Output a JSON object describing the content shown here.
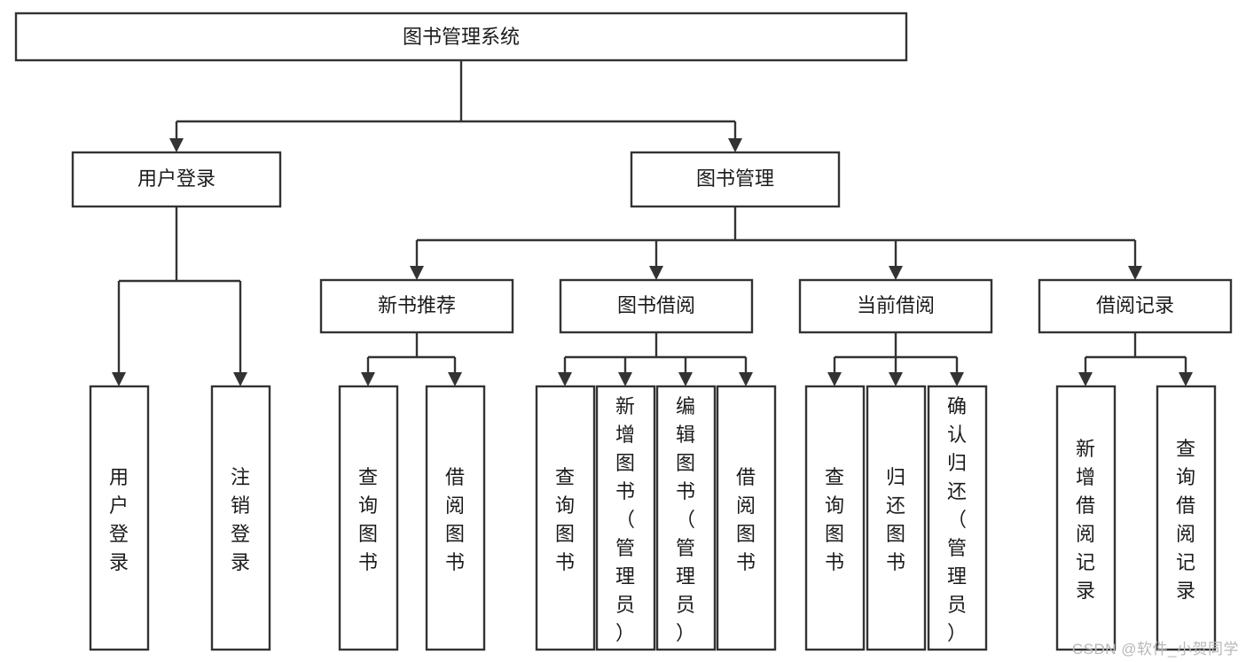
{
  "diagram": {
    "type": "tree",
    "title": "图书管理系统",
    "watermark": "CSDN @软件_小贺同学",
    "colors": {
      "stroke": "#333333",
      "fill": "#ffffff",
      "text": "#1b1b1b",
      "watermark": "#b8b8b8"
    },
    "levels": {
      "root": {
        "label": "图书管理系统"
      },
      "level2": [
        {
          "label": "用户登录"
        },
        {
          "label": "图书管理"
        }
      ],
      "level3": [
        {
          "label": "新书推荐"
        },
        {
          "label": "图书借阅"
        },
        {
          "label": "当前借阅"
        },
        {
          "label": "借阅记录"
        }
      ]
    },
    "nodes": {
      "root": "图书管理系统",
      "user_login": "用户登录",
      "book_manage": "图书管理",
      "new_book_rec": "新书推荐",
      "book_borrow": "图书借阅",
      "current_borrow": "当前借阅",
      "borrow_record": "借阅记录",
      "leaf_user_login": "用户登录",
      "leaf_logout": "注销登录",
      "leaf_query_book_1": "查询图书",
      "leaf_borrow_book_1": "借阅图书",
      "leaf_query_book_2": "查询图书",
      "leaf_add_book_admin": "新增图书（管理员）",
      "leaf_edit_book_admin": "编辑图书（管理员）",
      "leaf_borrow_book_2": "借阅图书",
      "leaf_query_book_3": "查询图书",
      "leaf_return_book": "归还图书",
      "leaf_confirm_return_admin": "确认归还（管理员）",
      "leaf_add_record": "新增借阅记录",
      "leaf_query_record": "查询借阅记录"
    }
  }
}
